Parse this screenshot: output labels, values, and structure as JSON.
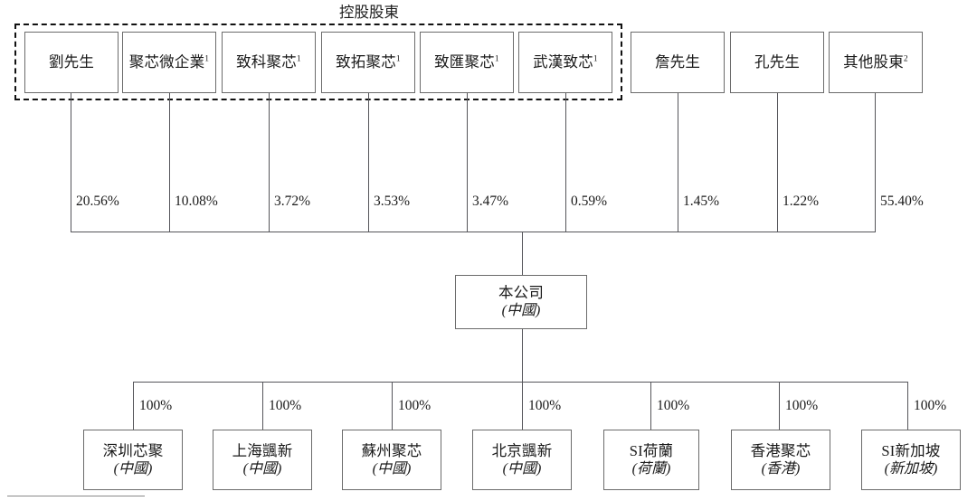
{
  "diagram": {
    "type": "org-ownership-chart",
    "group": {
      "title": "控股股東",
      "member_indices": [
        0,
        1,
        2,
        3,
        4,
        5
      ]
    },
    "shareholders": [
      {
        "name": "劉先生",
        "footnote": "",
        "pct": "20.56%"
      },
      {
        "name": "聚芯微企業",
        "footnote": "1",
        "pct": "10.08%"
      },
      {
        "name": "致科聚芯",
        "footnote": "1",
        "pct": "3.72%"
      },
      {
        "name": "致拓聚芯",
        "footnote": "1",
        "pct": "3.53%"
      },
      {
        "name": "致匯聚芯",
        "footnote": "1",
        "pct": "3.47%"
      },
      {
        "name": "武漢致芯",
        "footnote": "1",
        "pct": "0.59%"
      },
      {
        "name": "詹先生",
        "footnote": "",
        "pct": "1.45%"
      },
      {
        "name": "孔先生",
        "footnote": "",
        "pct": "1.22%"
      },
      {
        "name": "其他股東",
        "footnote": "2",
        "pct": "55.40%"
      }
    ],
    "company": {
      "name": "本公司",
      "location": "(中國)"
    },
    "subsidiaries": [
      {
        "name": "深圳芯聚",
        "location": "(中國)",
        "pct": "100%"
      },
      {
        "name": "上海颽新",
        "location": "(中國)",
        "pct": "100%"
      },
      {
        "name": "蘇州聚芯",
        "location": "(中國)",
        "pct": "100%"
      },
      {
        "name": "北京颽新",
        "location": "(中國)",
        "pct": "100%"
      },
      {
        "name": "SI荷蘭",
        "location": "(荷蘭)",
        "pct": "100%"
      },
      {
        "name": "香港聚芯",
        "location": "(香港)",
        "pct": "100%"
      },
      {
        "name": "SI新加坡",
        "location": "(新加坡)",
        "pct": "100%"
      }
    ],
    "colors": {
      "box_border": "#6b6b6b",
      "line": "#55555a",
      "dashed_border": "#111111",
      "text": "#1a1a1a",
      "background": "#ffffff"
    }
  }
}
